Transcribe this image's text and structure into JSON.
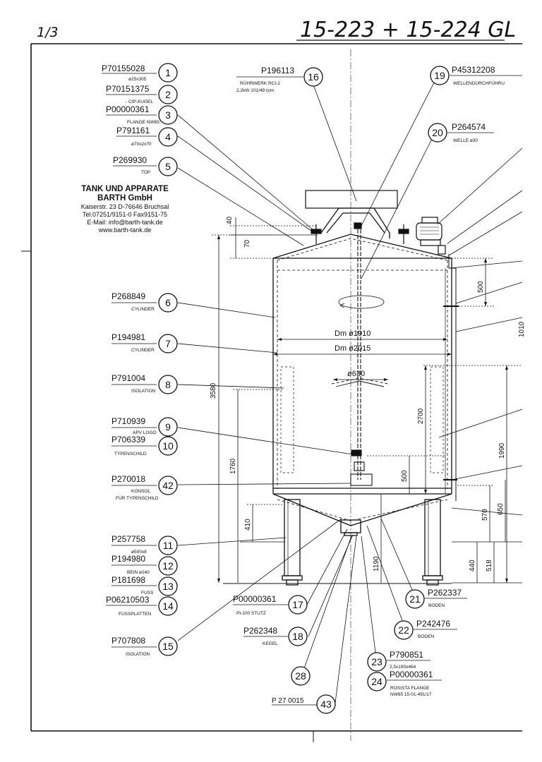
{
  "header": {
    "page_number": "1/3",
    "drawing_reference": "15-223 + 15-224 GL"
  },
  "company": {
    "name_line1": "TANK UND APPARATE",
    "name_line2": "BARTH GmbH",
    "address": "Kaiserstr. 23  D-76646 Bruchsal",
    "phone_fax": "Tel.07251/9151-0  Fax9151-75",
    "email": "E-Mail: info@barth-tank.de",
    "web": "www.barth-tank.de"
  },
  "parts": [
    {
      "no": "1",
      "code": "P70155028",
      "desc": "ø25x305"
    },
    {
      "no": "2",
      "code": "P70151375",
      "desc": "- CIP-KUGEL"
    },
    {
      "no": "3",
      "code": "P00000361",
      "desc": "FLANGE NW65"
    },
    {
      "no": "4",
      "code": "P791161",
      "desc": "ø70x2x70"
    },
    {
      "no": "5",
      "code": "P269930",
      "desc": "TOP"
    },
    {
      "no": "6",
      "code": "P268849",
      "desc": "CYLINDER"
    },
    {
      "no": "7",
      "code": "P194981",
      "desc": "CYLINDER"
    },
    {
      "no": "8",
      "code": "P791004",
      "desc": "ISOLATION"
    },
    {
      "no": "9",
      "code": "P710939",
      "desc": "APV LOGO"
    },
    {
      "no": "10",
      "code": "P706339",
      "desc": "TYPENSCHILD"
    },
    {
      "no": "42",
      "code": "P270018",
      "desc": "KONSOL",
      "desc2": "FÜR TYPENSCHILD"
    },
    {
      "no": "11",
      "code": "P257758",
      "desc": "ø500x8"
    },
    {
      "no": "12",
      "code": "P194980",
      "desc": "BEIN ø240"
    },
    {
      "no": "13",
      "code": "P181698",
      "desc": "FUSS"
    },
    {
      "no": "14",
      "code": "P06210503",
      "desc": "FUSSPLATTEN"
    },
    {
      "no": "15",
      "code": "P707808",
      "desc": "ISOLATION"
    },
    {
      "no": "16",
      "code": "P196113",
      "desc": "RÜHRWERK RCI-2",
      "desc2": "2,2kW 101/49 rpm"
    },
    {
      "no": "19",
      "code": "P45312208",
      "desc": "WELLENDURCHFÜHRU"
    },
    {
      "no": "20",
      "code": "P264574",
      "desc": "WELLE ø30"
    },
    {
      "no": "17",
      "code": "P00000361",
      "desc": "Pt-100 STUTZ"
    },
    {
      "no": "18",
      "code": "P262348",
      "desc": "KEGEL"
    },
    {
      "no": "28",
      "code": "",
      "desc": ""
    },
    {
      "no": "43",
      "code": "P 27 0015",
      "desc": ""
    },
    {
      "no": "21",
      "code": "P262337",
      "desc": "BODEN"
    },
    {
      "no": "22",
      "code": "P242476",
      "desc": "BODEN"
    },
    {
      "no": "23",
      "code": "P790851",
      "desc": "2,5x190x464"
    },
    {
      "no": "24",
      "code": "P00000361",
      "desc": "ROSISTA FLANGE",
      "desc2": "NW65 15-01-491/17"
    }
  ],
  "dimensions": {
    "d40": "40",
    "d70": "70",
    "d500_top": "500",
    "d3580": "3580",
    "d1760": "1760",
    "d410": "410",
    "d2700": "2700",
    "d1990": "1990",
    "d500_mid": "500",
    "d570": "570",
    "d650": "650",
    "d1190": "1190",
    "d440": "440",
    "d518": "518",
    "dm1910": "Dm  ø1910",
    "dm2015": "Dm  ø2015",
    "d630": "ø630",
    "d1010_partial": "1010"
  }
}
